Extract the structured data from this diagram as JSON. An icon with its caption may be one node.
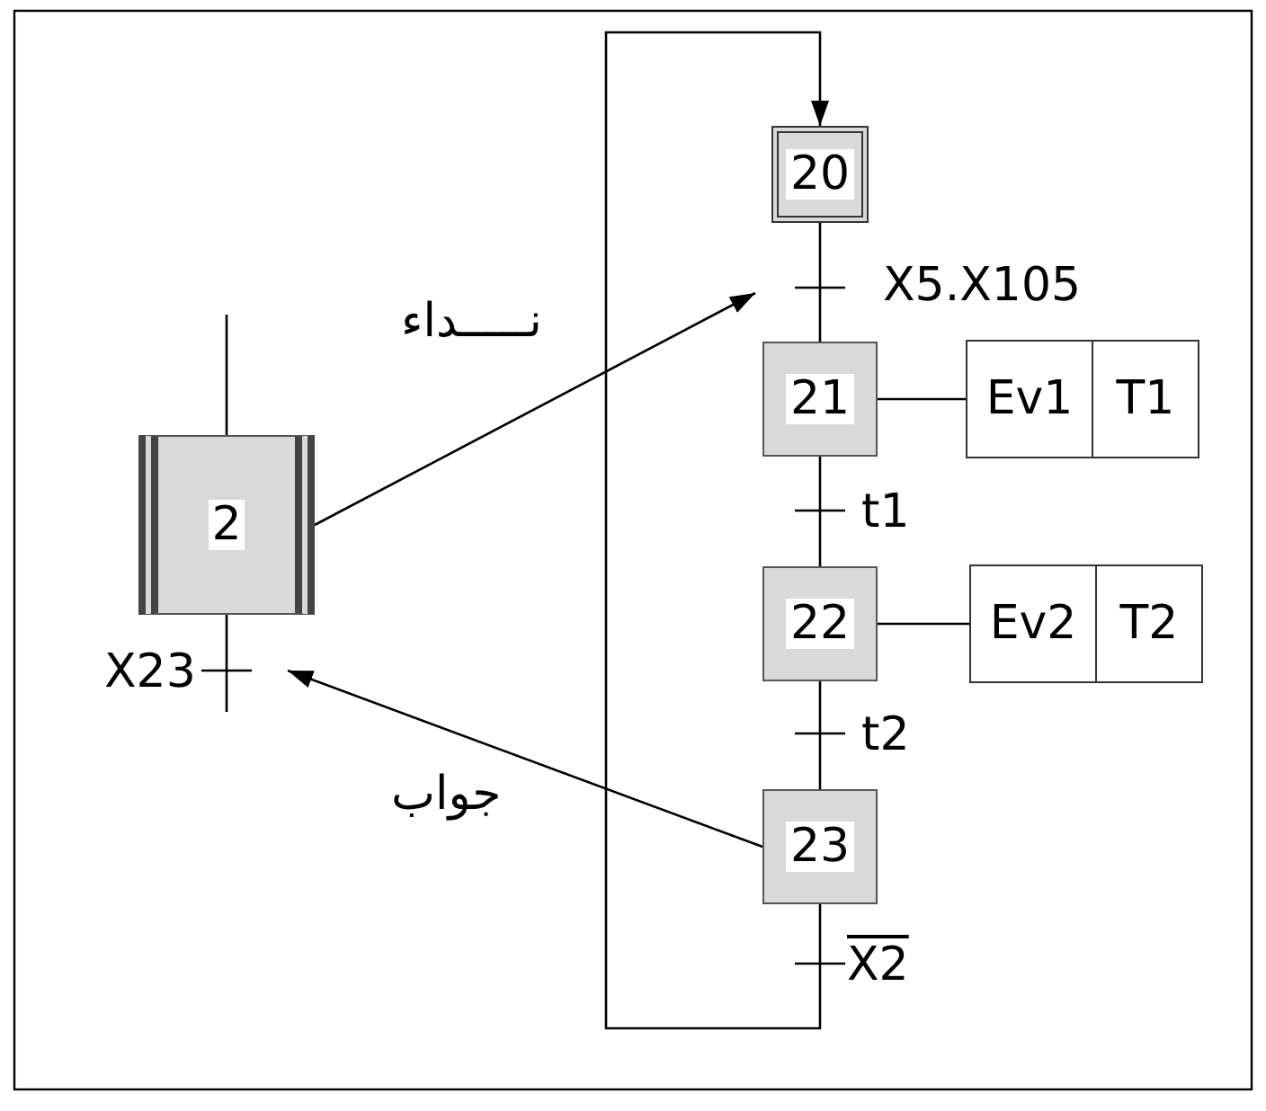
{
  "diagram": {
    "nodes": [
      {
        "text": [
          "2"
        ]
      },
      {
        "text": [
          "20"
        ]
      },
      {
        "text": [
          "21"
        ]
      },
      {
        "text": [
          "22"
        ]
      },
      {
        "text": [
          "23"
        ]
      },
      {
        "text": [
          "Ev1"
        ]
      },
      {
        "text": [
          "T1"
        ]
      },
      {
        "text": [
          "Ev2"
        ]
      },
      {
        "text": [
          "T2"
        ]
      }
    ],
    "edges": [
      {
        "from": 1,
        "to": 2,
        "arrow": "none",
        "label": "X5.X105"
      },
      {
        "from": 2,
        "to": 3,
        "arrow": "none",
        "label": "t1"
      },
      {
        "from": 3,
        "to": 4,
        "arrow": "none",
        "label": "t2"
      },
      {
        "from": 4,
        "to": 1,
        "arrow": "to",
        "label": "X2"
      },
      {
        "from": 2,
        "to": 5,
        "arrow": "none"
      },
      {
        "from": 3,
        "to": 7,
        "arrow": "none"
      },
      {
        "from": 0,
        "to": null,
        "arrow": "to",
        "label": "نـــــداء"
      },
      {
        "from": 4,
        "to": null,
        "arrow": "to",
        "label": "جواب"
      },
      {
        "from": null,
        "to": 0,
        "arrow": "none"
      },
      {
        "from": 0,
        "to": null,
        "arrow": "none",
        "label": "X23"
      }
    ]
  }
}
